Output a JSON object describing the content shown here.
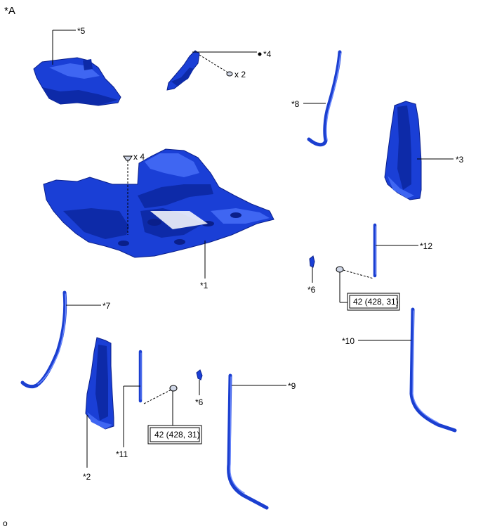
{
  "figure": {
    "corner_label": "*A",
    "footer_mark": "o"
  },
  "callouts": {
    "c1": "*1",
    "c2": "*2",
    "c3": "*3",
    "c4": "*4",
    "c5": "*5",
    "c6a": "*6",
    "c6b": "*6",
    "c7": "*7",
    "c8": "*8",
    "c9": "*9",
    "c10": "*10",
    "c11": "*11",
    "c12": "*12"
  },
  "quantities": {
    "clip_top": "x 2",
    "clip_center": "x 4"
  },
  "torque": {
    "right": "42 (428, 31)",
    "left": "42 (428, 31)"
  },
  "colors": {
    "part_blue": "#1a3fd6",
    "part_dark": "#0d2aa8",
    "part_light": "#3f66f2"
  }
}
